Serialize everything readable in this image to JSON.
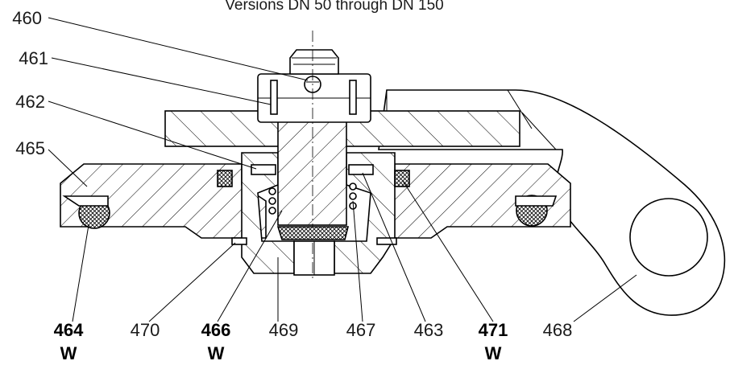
{
  "caption": "Versions DN 50 through DN 150",
  "labels": {
    "l460": "460",
    "l461": "461",
    "l462": "462",
    "l465": "465",
    "l464": "464",
    "l470": "470",
    "l466": "466",
    "l469": "469",
    "l467": "467",
    "l463": "463",
    "l471": "471",
    "l468": "468",
    "w": "W"
  }
}
